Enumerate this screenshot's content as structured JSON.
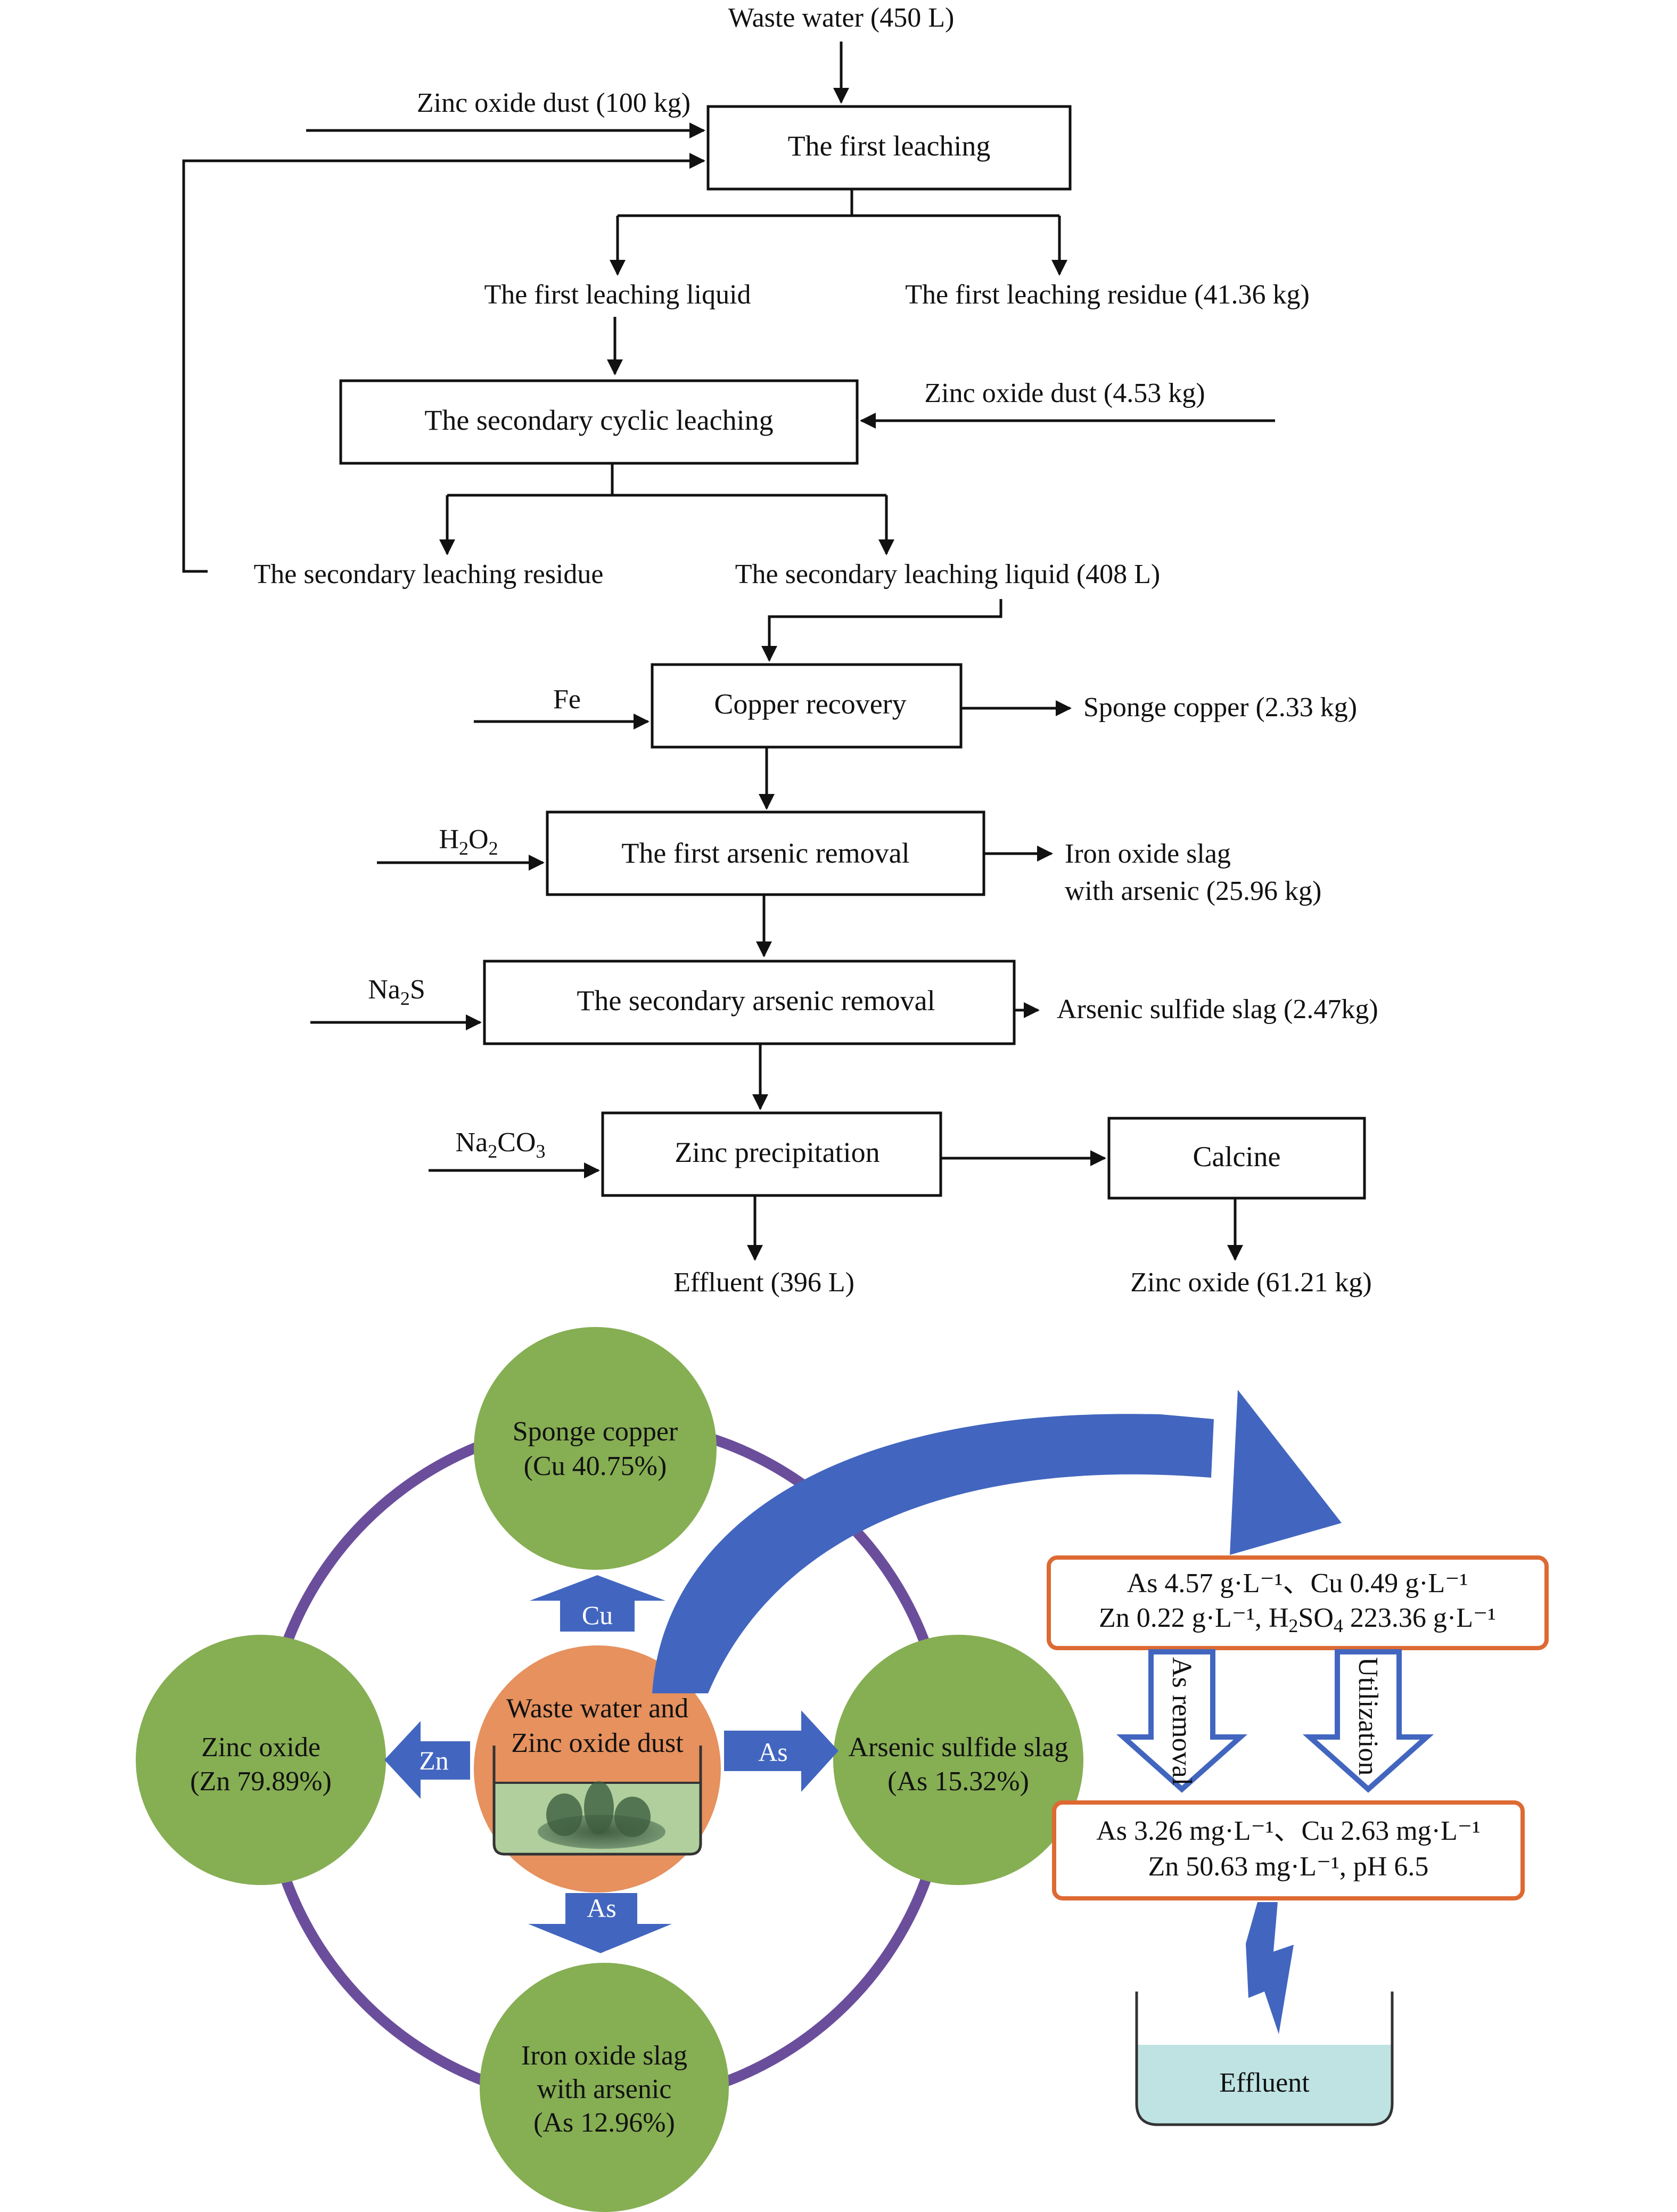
{
  "flowchart": {
    "inputs": {
      "waste_water": "Waste water (450 L)",
      "zinc_dust_1": "Zinc oxide dust (100 kg)",
      "zinc_dust_2": "Zinc oxide dust (4.53 kg)",
      "fe": "Fe",
      "h2o2": {
        "a": "H",
        "b": "2",
        "c": "O",
        "d": "2"
      },
      "na2s": {
        "a": "Na",
        "b": "2",
        "c": "S"
      },
      "na2co3": {
        "a": "Na",
        "b": "2",
        "c": "CO",
        "d": "3"
      }
    },
    "processes": {
      "first_leaching": "The first leaching",
      "secondary_cyclic_leaching": "The secondary cyclic leaching",
      "copper_recovery": "Copper recovery",
      "first_arsenic_removal": "The first arsenic removal",
      "secondary_arsenic_removal": "The secondary arsenic removal",
      "zinc_precipitation": "Zinc precipitation",
      "calcine": "Calcine"
    },
    "outputs": {
      "first_leaching_liquid": "The first leaching liquid",
      "first_leaching_residue": "The first leaching residue (41.36 kg)",
      "secondary_leaching_residue": "The secondary leaching residue",
      "secondary_leaching_liquid": "The secondary leaching liquid (408 L)",
      "sponge_copper": "Sponge copper (2.33 kg)",
      "iron_oxide_slag_1": "Iron oxide slag",
      "iron_oxide_slag_2": "with arsenic (25.96 kg)",
      "arsenic_sulfide_slag": "Arsenic sulfide slag (2.47kg)",
      "effluent": "Effluent (396 L)",
      "zinc_oxide": "Zinc oxide (61.21 kg)"
    }
  },
  "summary": {
    "center": {
      "line1": "Waste water and",
      "line2": "Zinc oxide dust"
    },
    "nodes": {
      "top": {
        "line1": "Sponge copper",
        "line2": "(Cu 40.75%)"
      },
      "left": {
        "line1": "Zinc oxide",
        "line2": "(Zn 79.89%)"
      },
      "right": {
        "line1": "Arsenic sulfide slag",
        "line2": "(As 15.32%)"
      },
      "bottom": {
        "line1": "Iron oxide slag",
        "line2": "with arsenic",
        "line3": "(As 12.96%)"
      }
    },
    "arrows": {
      "up": "Cu",
      "left": "Zn",
      "right": "As",
      "down": "As"
    },
    "before_box": {
      "line1": "As 4.57 g·L⁻¹、Cu 0.49 g·L⁻¹",
      "line2_zn": "Zn 0.22 g·L⁻¹, H",
      "line2_2": "2",
      "line2_so": "SO",
      "line2_4": "4",
      "line2_rest": " 223.36 g·L⁻¹"
    },
    "process_arrows": {
      "left": "As removal",
      "right": "Utilization"
    },
    "after_box": {
      "line1": "As 3.26 mg·L⁻¹、Cu 2.63 mg·L⁻¹",
      "line2": "Zn 50.63 mg·L⁻¹, pH 6.5"
    },
    "effluent": "Effluent",
    "colors": {
      "node_green": "#86ae53",
      "center_orange": "#e6915e",
      "ring_purple": "#6b4e9b",
      "arrow_blue": "#4266bf",
      "box_border": "#dd6a33",
      "water_green": "#b0cf9d",
      "effluent_water": "#bfe3e3"
    }
  }
}
